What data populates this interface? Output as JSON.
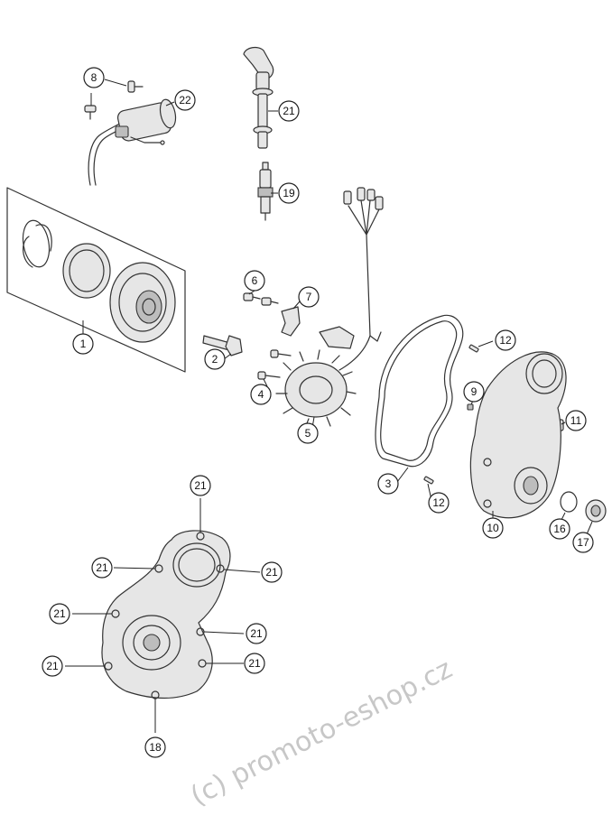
{
  "diagram": {
    "callouts": [
      {
        "id": "c1",
        "label": "1"
      },
      {
        "id": "c2",
        "label": "2"
      },
      {
        "id": "c3",
        "label": "3"
      },
      {
        "id": "c4",
        "label": "4"
      },
      {
        "id": "c5",
        "label": "5"
      },
      {
        "id": "c6",
        "label": "6"
      },
      {
        "id": "c7",
        "label": "7"
      },
      {
        "id": "c8",
        "label": "8"
      },
      {
        "id": "c9",
        "label": "9"
      },
      {
        "id": "c10",
        "label": "10"
      },
      {
        "id": "c11",
        "label": "11"
      },
      {
        "id": "c12a",
        "label": "12"
      },
      {
        "id": "c12b",
        "label": "12"
      },
      {
        "id": "c16",
        "label": "16"
      },
      {
        "id": "c17",
        "label": "17"
      },
      {
        "id": "c18",
        "label": "18"
      },
      {
        "id": "c19",
        "label": "19"
      },
      {
        "id": "c21a",
        "label": "21"
      },
      {
        "id": "c21b",
        "label": "21"
      },
      {
        "id": "c21c",
        "label": "21"
      },
      {
        "id": "c21d",
        "label": "21"
      },
      {
        "id": "c21e",
        "label": "21"
      },
      {
        "id": "c21f",
        "label": "21"
      },
      {
        "id": "c21g",
        "label": "21"
      },
      {
        "id": "c21h",
        "label": "21"
      },
      {
        "id": "c22",
        "label": "22"
      }
    ],
    "watermark": "(c) promoto-eshop.cz"
  }
}
